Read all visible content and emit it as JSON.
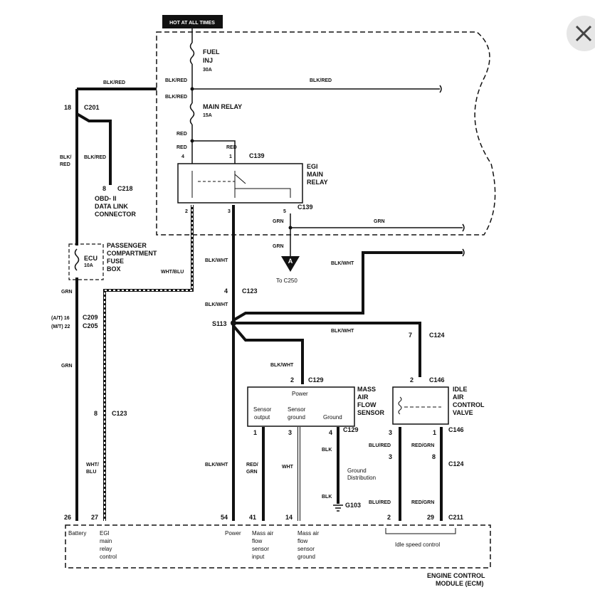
{
  "header": {
    "hot_label": "HOT AT ALL TIMES"
  },
  "close_icon": "close-icon",
  "fuses": {
    "fuel_inj": {
      "line1": "FUEL",
      "line2": "INJ",
      "rating": "30A"
    },
    "main_relay": {
      "label": "MAIN RELAY",
      "rating": "15A"
    },
    "ecu": {
      "label": "ECU",
      "rating": "10A"
    }
  },
  "connectors": {
    "c201": "C201",
    "c201_pin": "18",
    "c218": "C218",
    "c218_pin": "8",
    "c139": "C139",
    "c123": "C123",
    "c123_pin_a": "4",
    "c123_pin_b": "8",
    "c209": "C209",
    "c209_pin": "(A/T) 16",
    "c205": "C205",
    "c205_pin": "(M/T) 22",
    "c124": "C124",
    "c124_pin_a": "7",
    "c124_pin_b": "3",
    "c124_pin_c": "8",
    "c129": "C129",
    "c129_pin_a": "2",
    "c146": "C146",
    "c146_pin_a": "2",
    "c211": "C211",
    "g103": "G103",
    "s113": "S113",
    "to_c250": "To C250",
    "a_label": "A"
  },
  "pins": {
    "relay_top_4": "4",
    "relay_top_1": "1",
    "relay_bot_2": "2",
    "relay_bot_3": "3",
    "relay_bot_5": "5",
    "maf_1": "1",
    "maf_3": "3",
    "maf_4": "4",
    "iac_3": "3",
    "iac_1": "1",
    "ecm_26": "26",
    "ecm_27": "27",
    "ecm_54": "54",
    "ecm_41": "41",
    "ecm_14": "14",
    "ecm_2": "2",
    "ecm_29": "29"
  },
  "wires": {
    "blk_red": "BLK/RED",
    "blk_red_split_1": "BLK/",
    "blk_red_split_2": "RED",
    "red": "RED",
    "grn": "GRN",
    "wht_blu": "WHT/BLU",
    "wht_blu_split_1": "WHT/",
    "wht_blu_split_2": "BLU",
    "blk_wht": "BLK/WHT",
    "red_grn_split_1": "RED/",
    "red_grn_split_2": "GRN",
    "wht": "WHT",
    "blk": "BLK",
    "blu_red": "BLU/RED",
    "red_grn": "RED/GRN"
  },
  "components": {
    "obd": {
      "line1": "OBD- II",
      "line2": "DATA LINK",
      "line3": "CONNECTOR"
    },
    "egi_relay": {
      "line1": "EGI",
      "line2": "MAIN",
      "line3": "RELAY"
    },
    "pcfb": {
      "line1": "PASSENGER",
      "line2": "COMPARTMENT",
      "line3": "FUSE",
      "line4": "BOX"
    },
    "maf": {
      "power": "Power",
      "sensor_output_1": "Sensor",
      "sensor_output_2": "output",
      "sensor_ground_1": "Sensor",
      "sensor_ground_2": "ground",
      "ground": "Ground",
      "name1": "MASS",
      "name2": "AIR",
      "name3": "FLOW",
      "name4": "SENSOR"
    },
    "iac": {
      "line1": "IDLE",
      "line2": "AIR",
      "line3": "CONTROL",
      "line4": "VALVE"
    },
    "ground_dist": {
      "line1": "Ground",
      "line2": "Distribution"
    }
  },
  "ecm": {
    "battery": "Battery",
    "egi_1": "EGI",
    "egi_2": "main",
    "egi_3": "relay",
    "egi_4": "control",
    "power": "Power",
    "maf_in_1": "Mass air",
    "maf_in_2": "flow",
    "maf_in_3": "sensor",
    "maf_in_4": "input",
    "maf_gnd_1": "Mass air",
    "maf_gnd_2": "flow",
    "maf_gnd_3": "sensor",
    "maf_gnd_4": "ground",
    "idle": "Idle speed control",
    "name1": "ENGINE CONTROL",
    "name2": "MODULE (ECM)"
  }
}
